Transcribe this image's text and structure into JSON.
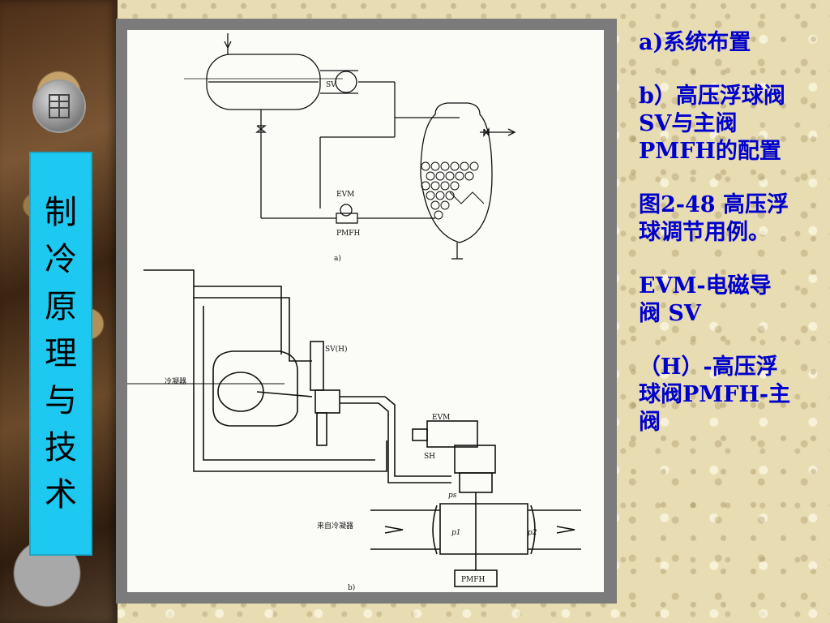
{
  "sidebar": {
    "title_chars": [
      "制",
      "冷",
      "原",
      "理",
      "与",
      "技",
      "术"
    ]
  },
  "figure": {
    "a": {
      "sv_label": "SV",
      "evm_label": "EVM",
      "pmfh_label": "PMFH",
      "sub_label": "a)"
    },
    "b": {
      "condenser_label": "冷凝器",
      "sv_h_label": "SV(H)",
      "evm_label": "EVM",
      "sh_label": "SH",
      "inlet_label": "来自冷凝器",
      "ps_label": "ps",
      "p1_label": "p1",
      "p2_label": "p2",
      "pmfh_label": "PMFH",
      "sub_label": "b)"
    }
  },
  "captions": {
    "c1": "a)系统布置",
    "c2": "b）高压浮球阀SV与主阀PMFH的配置",
    "c3": "图2-48 高压浮球调节用例。",
    "c4": "EVM-电磁导阀  SV",
    "c5": "（H）-高压浮球阀PMFH-主阀"
  },
  "colors": {
    "title_box": "#1ec9f1",
    "caption_text": "#0000cc",
    "frame": "#7b7b7b"
  },
  "icons": {
    "logo": "emblem-icon"
  }
}
